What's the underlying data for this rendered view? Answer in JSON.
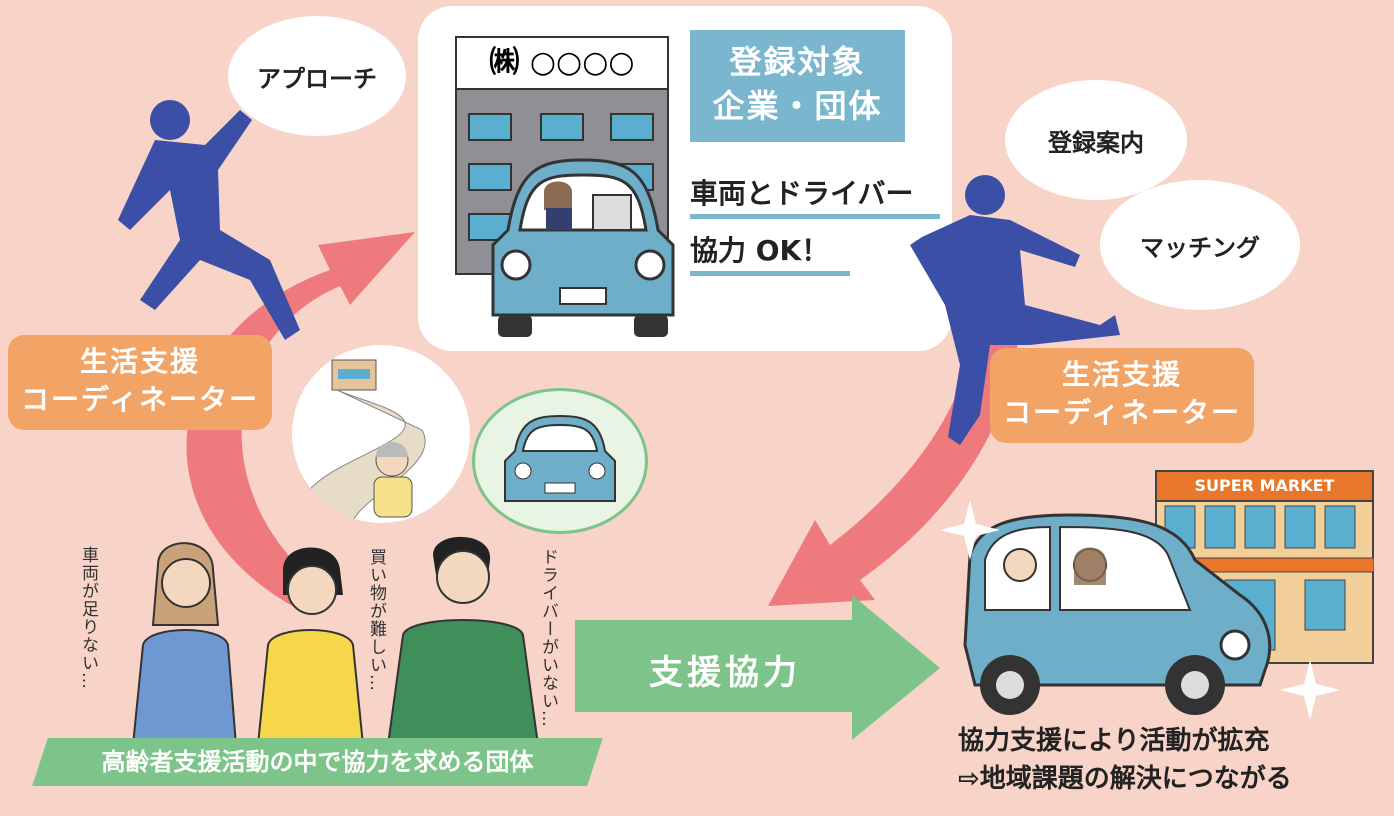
{
  "bubbles": {
    "approach": "アプローチ",
    "registration_guide": "登録案内",
    "matching": "マッチング"
  },
  "company": {
    "sign": "㈱ ○○○○",
    "target_line1": "登録対象",
    "target_line2": "企業・団体",
    "cooperate_line1": "車両とドライバー",
    "cooperate_line2": "協力 OK！"
  },
  "coordinator": {
    "line1": "生活支援",
    "line2": "コーディネーター"
  },
  "concerns": {
    "vehicles": "車両が足りない…",
    "shopping": "買い物が難しい…",
    "drivers": "ドライバーがいない…"
  },
  "arrow_label": "支援協力",
  "group_banner": "高齢者支援活動の中で協力を求める団体",
  "store_sign": "SUPER MARKET",
  "result": {
    "line1": "協力支援により活動が拡充",
    "line2": "⇨地域課題の解決につながる"
  },
  "colors": {
    "background": "#f8d3c7",
    "silhouette": "#3b4fa6",
    "red_arrow": "#ee7277",
    "green_arrow": "#7cc48a",
    "orange_label": "#f2a467",
    "target_box": "#7ab6ce",
    "car_body": "#6eaec8"
  }
}
